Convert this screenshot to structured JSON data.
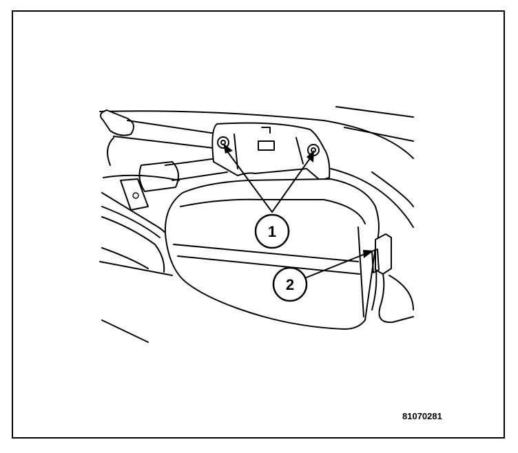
{
  "callouts": [
    {
      "label": "1"
    },
    {
      "label": "2"
    }
  ],
  "figure_id": "81070281"
}
